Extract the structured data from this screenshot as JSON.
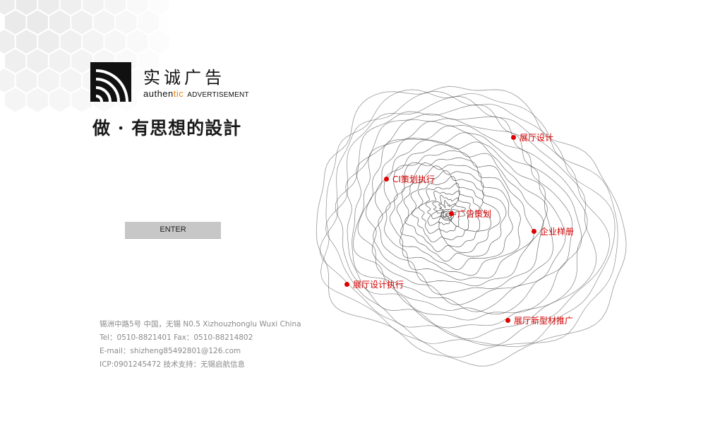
{
  "brand": {
    "name_cn": "实诚广告",
    "name_en_prefix": "authen",
    "name_en_highlight": "tic",
    "name_en_suffix": "ADVERTISEMENT"
  },
  "slogan": "做 · 有思想的設計",
  "enter_label": "ENTER",
  "contact": {
    "address": "锡洲中路5号 中国，无锡 N0.5 Xizhouzhonglu Wuxi China",
    "phone": "Tel：0510-8821401 Fax：0510-88214802",
    "email": "E-mail：shizheng85492801@126.com",
    "icp": "ICP:0901245472 技术支持：无锡启航信息"
  },
  "services": [
    {
      "label": "展厅设计"
    },
    {
      "label": "CI策划执行"
    },
    {
      "label": "广告策划"
    },
    {
      "label": "企业样册"
    },
    {
      "label": "展厅设计执行"
    },
    {
      "label": "展厅新型材推广"
    }
  ],
  "colors": {
    "accent_orange": "#e8860e",
    "link_red": "#d40000",
    "dot_red": "#e10000",
    "text_gray": "#8a8a8a",
    "button_gray": "#c7c7c7"
  }
}
